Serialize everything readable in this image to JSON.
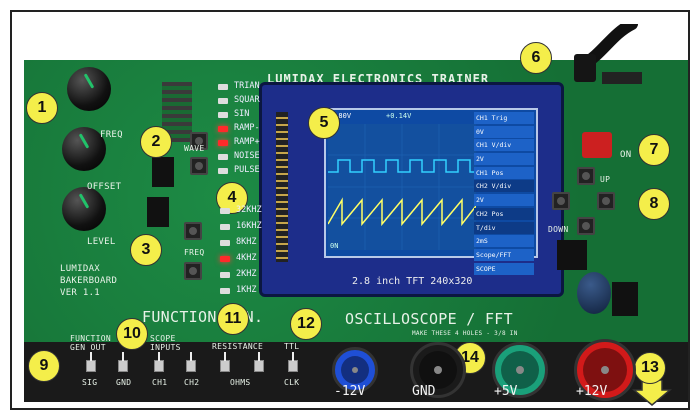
{
  "board": {
    "title": "LUMIDAX ELECTRONICS TRAINER",
    "brand_lines": [
      "LUMIDAX",
      "BAKERBOARD",
      "VER 1.1"
    ],
    "knob_labels": [
      "FREQ",
      "OFFSET",
      "LEVEL"
    ],
    "wave_leds": [
      "TRIAN",
      "SQUAR",
      "SIN",
      "RAMP-",
      "RAMP+",
      "NOISE",
      "PULSE"
    ],
    "wave_led_on": [
      false,
      false,
      false,
      true,
      true,
      false,
      false
    ],
    "freq_leds": [
      "32KHZ",
      "16KHZ",
      "8KHZ",
      "4KHZ",
      "2KHZ",
      "1KHZ"
    ],
    "freq_led_on": [
      false,
      false,
      false,
      true,
      false,
      false
    ],
    "button_labels": {
      "wave": "WAVE",
      "freq": "FREQ",
      "up": "UP",
      "down": "DOWN",
      "on": "ON"
    },
    "section_function": "FUNCTION GEN.",
    "section_scope": "OSCILLOSCOPE / FFT",
    "header_groups": [
      {
        "title": "FUNCTION\nGEN OUT",
        "pins": [
          "SIG",
          "GND"
        ]
      },
      {
        "title": "SCOPE\nINPUTS",
        "pins": [
          "CH1",
          "CH2"
        ]
      },
      {
        "title": "RESISTANCE",
        "pins": [
          "OHMS"
        ]
      },
      {
        "title": "TTL",
        "pins": [
          "CLK"
        ]
      }
    ],
    "jacks": [
      {
        "label": "-12V",
        "color": "#1f4fd6"
      },
      {
        "label": "GND",
        "color": "#1a1a1a"
      },
      {
        "label": "+5V",
        "color": "#1aa07a"
      },
      {
        "label": "+12V",
        "color": "#d21a1a"
      }
    ],
    "jack_note": "MAKE THESE 4 HOLES - 3/8 IN"
  },
  "lcd": {
    "top_left": "0.80V",
    "top_mid": "+0.14V",
    "bottom_left": "0N",
    "menu": [
      "CH1 Trig",
      "0V",
      "CH1 V/div",
      "2V",
      "CH1 Pos",
      "CH2 V/div",
      "2V",
      "CH2 Pos",
      "T/div",
      "2mS",
      "Scope/FFT",
      "SCOPE"
    ],
    "menu_highlight": [
      false,
      false,
      false,
      false,
      false,
      true,
      false,
      true,
      true,
      false,
      false,
      false
    ],
    "label": "2.8 inch TFT    240x320"
  },
  "callouts": [
    "1",
    "2",
    "3",
    "4",
    "5",
    "6",
    "7",
    "8",
    "9",
    "10",
    "11",
    "12",
    "13",
    "14"
  ],
  "colors": {
    "pcb": "#167a3a",
    "callout": "#f4ee4a",
    "lcd": "#0e4aa3",
    "trace_square": "#33d0ff",
    "trace_ramp": "#ffff66"
  }
}
